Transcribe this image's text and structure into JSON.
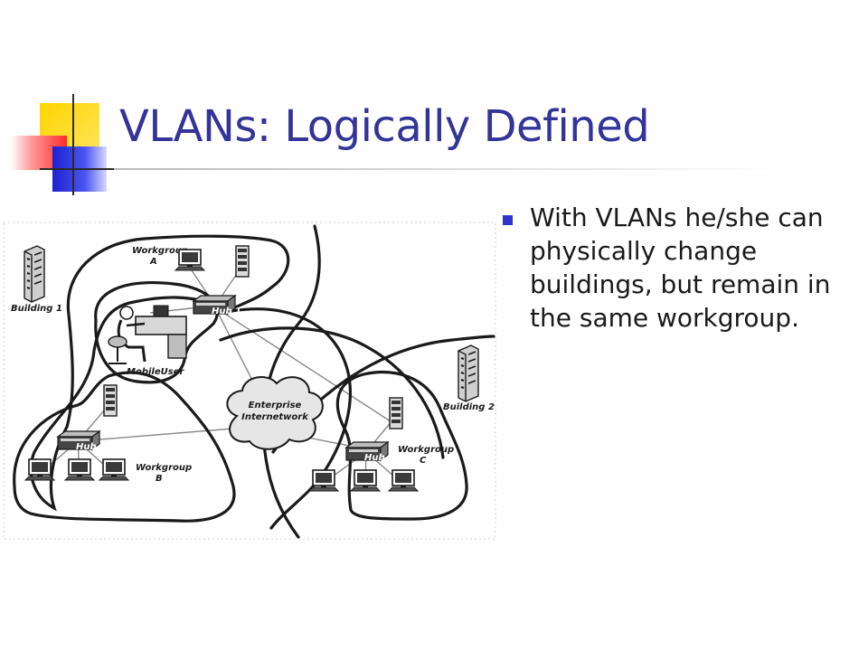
{
  "slide": {
    "title": "VLANs: Logically Defined",
    "bullet": "With VLANs he/she can physically change buildings, but remain in the same workgroup."
  },
  "diagram": {
    "building1": "Building 1",
    "building2": "Building 2",
    "workgroup_a": [
      "Workgroup",
      "A"
    ],
    "workgroup_b": [
      "Workgroup",
      "B"
    ],
    "workgroup_c": [
      "Workgroup",
      "C"
    ],
    "hub1": "Hub 1",
    "hub2": "Hub 2",
    "hub3": "Hub 3",
    "mobile_user": "MobileUser",
    "cloud": [
      "Enterprise",
      "Internetwork"
    ]
  },
  "colors": {
    "title": "#333399",
    "bullet": "#3333cc"
  }
}
